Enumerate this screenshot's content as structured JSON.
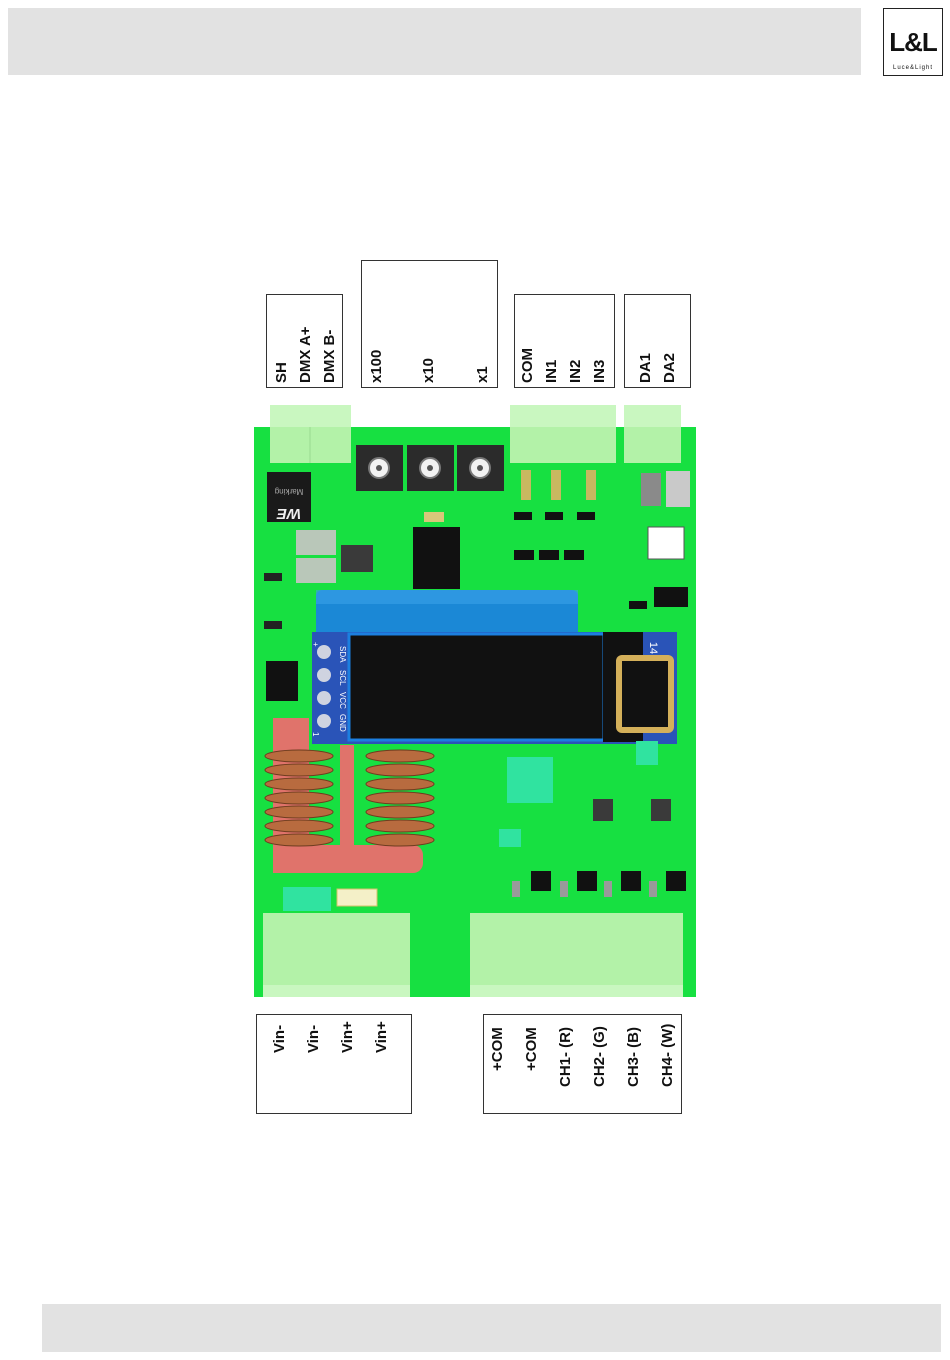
{
  "brand": {
    "logo": "L&L",
    "logo_sub": "Luce&Light"
  },
  "connectors": {
    "dmx": [
      "SH",
      "DMX A+",
      "DMX B-"
    ],
    "address": [
      "x100",
      "x10",
      "x1"
    ],
    "inputs": [
      "COM",
      "IN1",
      "IN2",
      "IN3"
    ],
    "dali": [
      "DA1",
      "DA2"
    ],
    "power": [
      "Vin-",
      "Vin-",
      "Vin+",
      "Vin+"
    ],
    "outputs": [
      "+COM",
      "+COM",
      "CH1- (R)",
      "CH2- (G)",
      "CH3- (B)",
      "CH4- (W)"
    ]
  },
  "board": {
    "chip_text": "WE",
    "chip_subtext": "Marking",
    "display_pins": [
      "SDA",
      "SCL",
      "VCC",
      "GND"
    ],
    "display_pin_markers": [
      "+",
      "1"
    ],
    "badge_text": "14"
  },
  "colors": {
    "pcb": "#17e041",
    "terminal": "#b8f5ad",
    "capacitor": "#1b88d6",
    "display_board": "#2a54b8",
    "coil": "#b86b3f"
  }
}
